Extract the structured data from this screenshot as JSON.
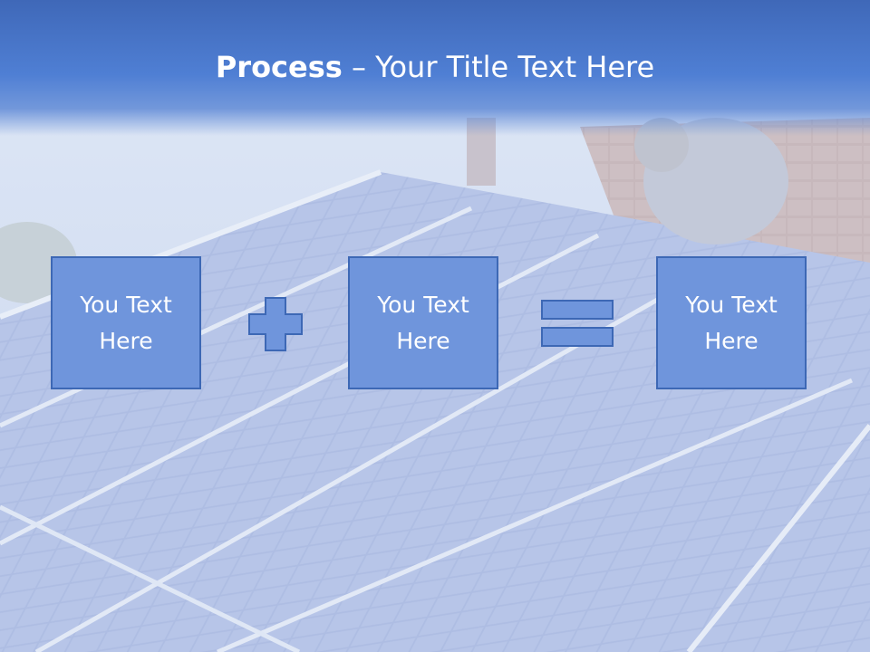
{
  "slide": {
    "title_bold": "Process",
    "title_rest": " – Your Title Text Here",
    "boxes": [
      {
        "label": "You Text Here"
      },
      {
        "label": "You Text Here"
      },
      {
        "label": "You Text Here"
      }
    ],
    "operators": [
      "plus-icon",
      "equals-icon"
    ]
  },
  "colors": {
    "title_bar": "#4f7fd4",
    "box_fill": "#6f95dc",
    "box_border": "#3d68b5",
    "text": "#ffffff"
  }
}
